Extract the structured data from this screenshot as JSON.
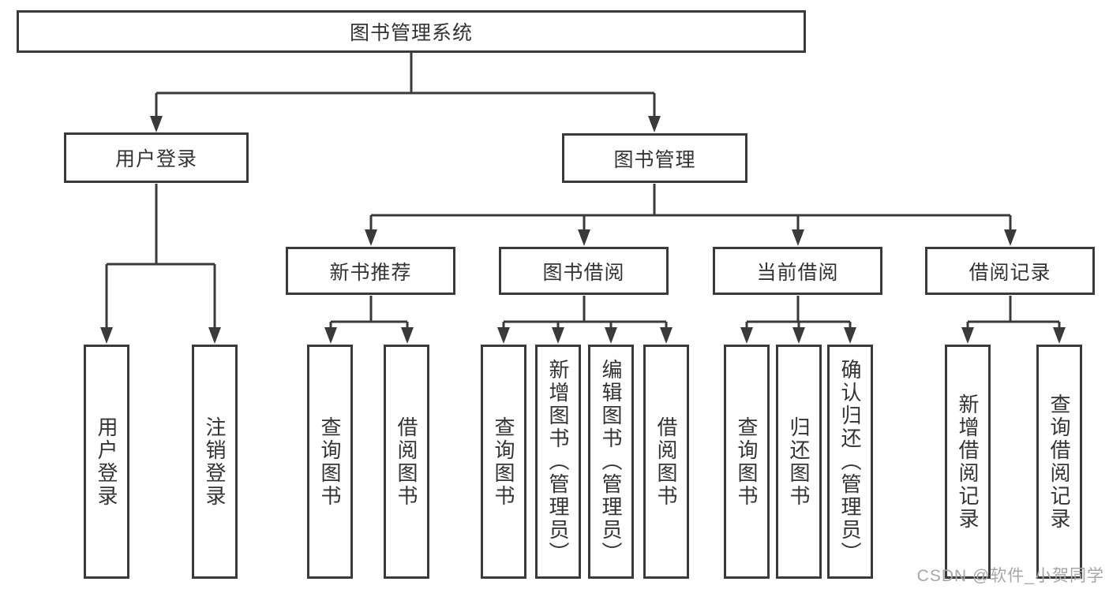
{
  "diagram": {
    "title": "图书管理系统",
    "level2": {
      "user_login": "用户登录",
      "book_mgmt": "图书管理"
    },
    "level3": {
      "new_book": "新书推荐",
      "book_borrow": "图书借阅",
      "current_borrow": "当前借阅",
      "borrow_record": "借阅记录"
    },
    "leaves": {
      "user_login": [
        "用户登录",
        "注销登录"
      ],
      "new_book": [
        "查询图书",
        "借阅图书"
      ],
      "book_borrow": [
        "查询图书",
        "新增图书（管理员）",
        "编辑图书（管理员）",
        "借阅图书"
      ],
      "current_borrow": [
        "查询图书",
        "归还图书",
        "确认归还（管理员）"
      ],
      "borrow_record": [
        "新增借阅记录",
        "查询借阅记录"
      ]
    }
  },
  "watermark": "CSDN @软件_小贺同学",
  "colors": {
    "line": "#3a3a3a",
    "text": "#333333",
    "watermark": "#a6a6a6",
    "background": "#ffffff"
  }
}
